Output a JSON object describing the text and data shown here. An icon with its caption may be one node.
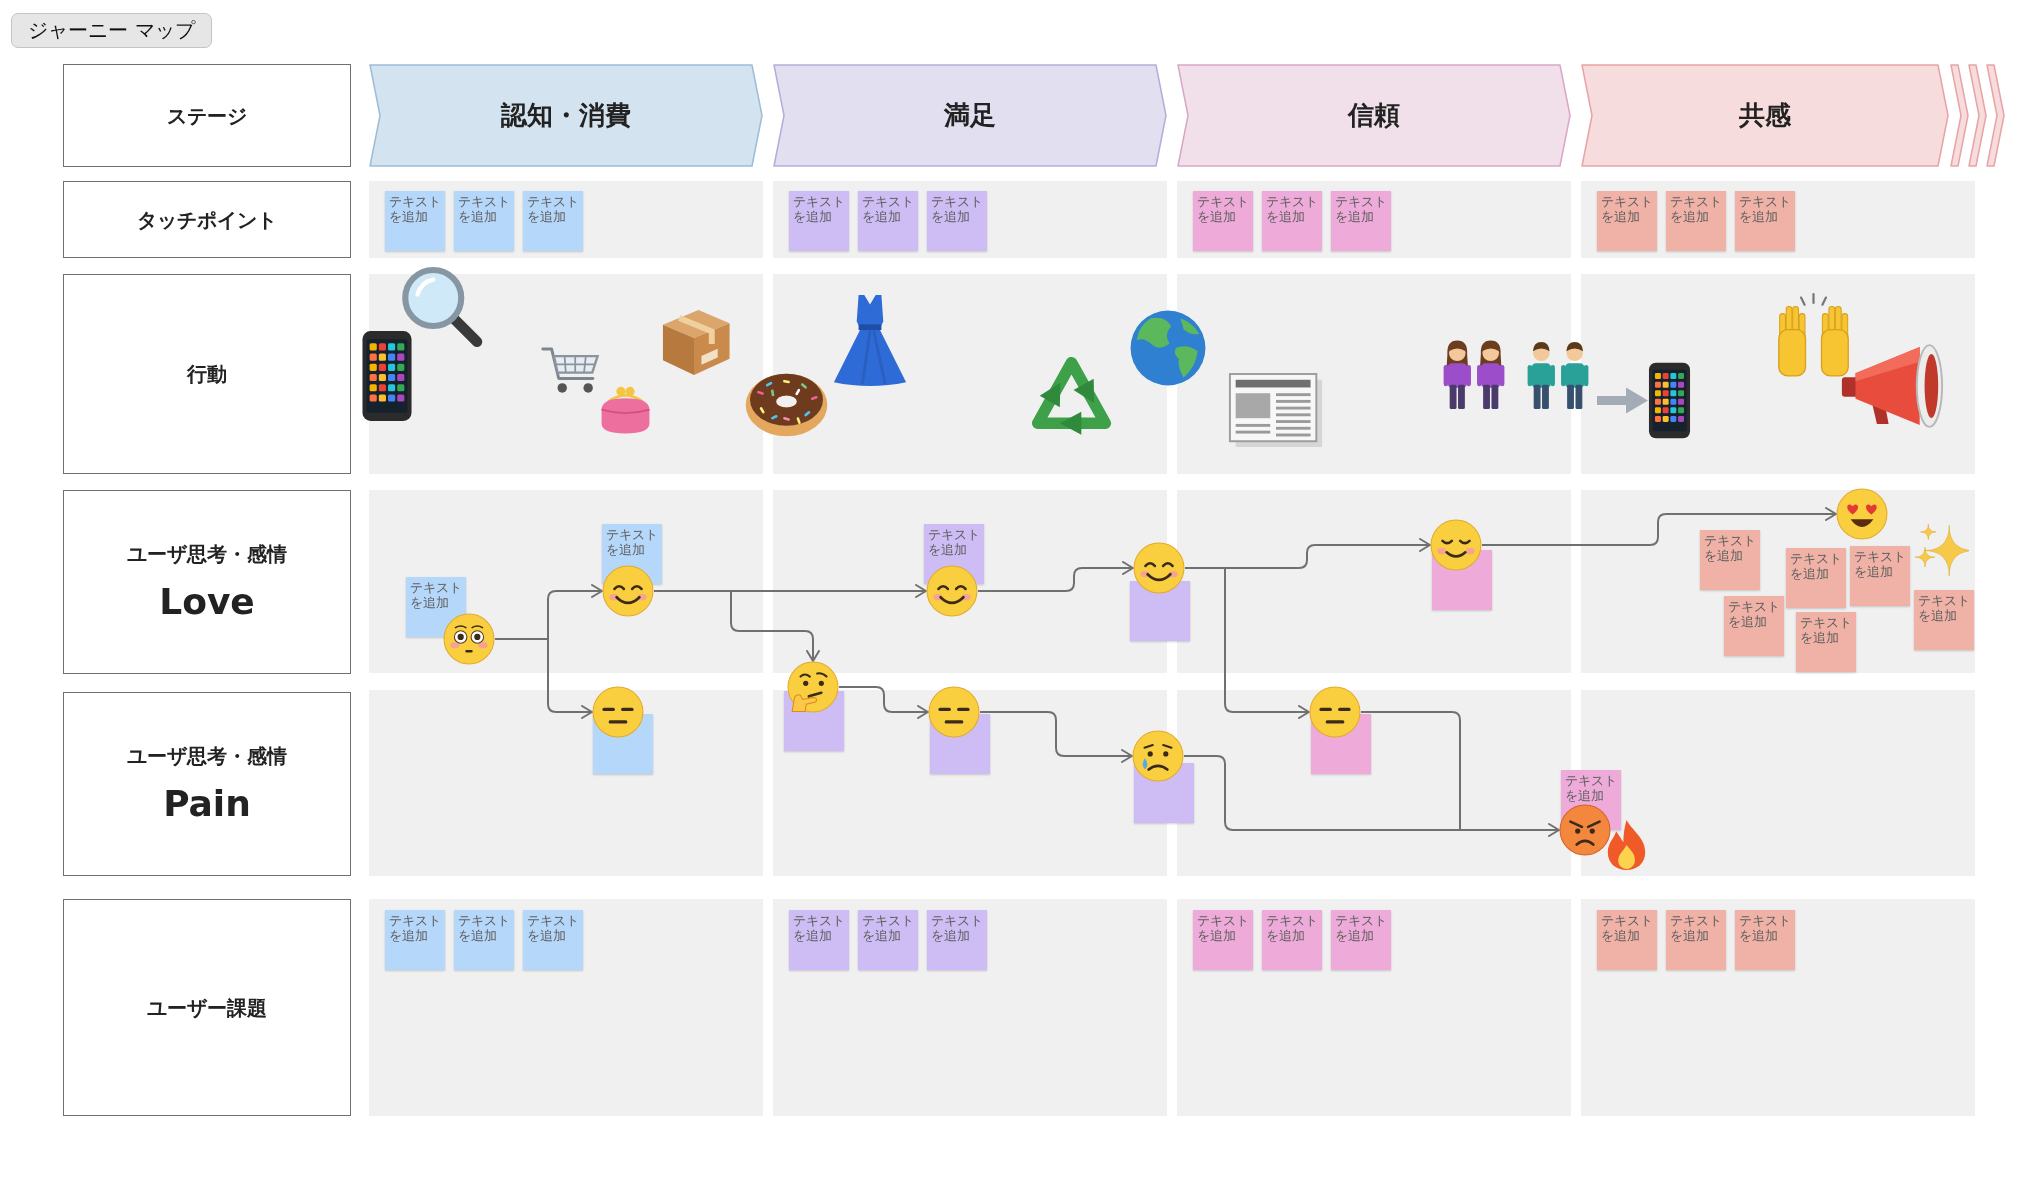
{
  "diagram": {
    "title": "ジャーニー マップ",
    "nodes": [
      {
        "text": [
          "ステージ"
        ]
      },
      {
        "text": [
          "認知・消費"
        ]
      },
      {
        "text": [
          "満足"
        ]
      },
      {
        "text": [
          "信頼"
        ]
      },
      {
        "text": [
          "共感"
        ]
      },
      {
        "text": [
          "タッチポイント"
        ]
      },
      {
        "text": [
          "テキストを追加"
        ]
      },
      {
        "text": [
          "テキストを追加"
        ]
      },
      {
        "text": [
          "テキストを追加"
        ]
      },
      {
        "text": [
          "テキストを追加"
        ]
      },
      {
        "text": [
          "テキストを追加"
        ]
      },
      {
        "text": [
          "テキストを追加"
        ]
      },
      {
        "text": [
          "テキストを追加"
        ]
      },
      {
        "text": [
          "テキストを追加"
        ]
      },
      {
        "text": [
          "テキストを追加"
        ]
      },
      {
        "text": [
          "テキストを追加"
        ]
      },
      {
        "text": [
          "テキストを追加"
        ]
      },
      {
        "text": [
          "テキストを追加"
        ]
      },
      {
        "text": [
          "行動"
        ]
      },
      {
        "text": [],
        "shape": "picture"
      },
      {
        "text": [],
        "shape": "picture"
      },
      {
        "text": [
          "ユーザ思考・感情",
          "Love"
        ]
      },
      {
        "text": [
          "テキストを追加"
        ]
      },
      {
        "text": [],
        "shape": "picture"
      },
      {
        "text": [
          "テキストを追加"
        ]
      },
      {
        "text": [],
        "shape": "picture"
      },
      {
        "text": [
          "テキストを追加"
        ]
      },
      {
        "text": [],
        "shape": "picture"
      },
      {
        "text": [],
        "shape": "box"
      },
      {
        "text": [],
        "shape": "picture"
      },
      {
        "text": [],
        "shape": "box"
      },
      {
        "text": [],
        "shape": "picture"
      },
      {
        "text": [
          "テキストを追加"
        ]
      },
      {
        "text": [
          "テキストを追加"
        ]
      },
      {
        "text": [
          "テキストを追加"
        ]
      },
      {
        "text": [
          "テキストを追加"
        ]
      },
      {
        "text": [
          "テキストを追加"
        ]
      },
      {
        "text": [
          "テキストを追加"
        ]
      },
      {
        "text": [],
        "shape": "picture"
      },
      {
        "text": [
          "ユーザ思考・感情",
          "Pain"
        ]
      },
      {
        "text": [],
        "shape": "box"
      },
      {
        "text": [],
        "shape": "picture"
      },
      {
        "text": [],
        "shape": "box"
      },
      {
        "text": [],
        "shape": "picture"
      },
      {
        "text": [],
        "shape": "box"
      },
      {
        "text": [],
        "shape": "picture"
      },
      {
        "text": [],
        "shape": "box"
      },
      {
        "text": [],
        "shape": "picture"
      },
      {
        "text": [],
        "shape": "box"
      },
      {
        "text": [],
        "shape": "picture"
      },
      {
        "text": [
          "テキストを追加"
        ]
      },
      {
        "text": [],
        "shape": "picture"
      },
      {
        "text": [
          "ユーザー課題"
        ]
      },
      {
        "text": [
          "テキストを追加"
        ]
      },
      {
        "text": [
          "テキストを追加"
        ]
      },
      {
        "text": [
          "テキストを追加"
        ]
      },
      {
        "text": [
          "テキストを追加"
        ]
      },
      {
        "text": [
          "テキストを追加"
        ]
      },
      {
        "text": [
          "テキストを追加"
        ]
      },
      {
        "text": [
          "テキストを追加"
        ]
      },
      {
        "text": [
          "テキストを追加"
        ]
      },
      {
        "text": [
          "テキストを追加"
        ]
      },
      {
        "text": [
          "テキストを追加"
        ]
      },
      {
        "text": [
          "テキストを追加"
        ]
      },
      {
        "text": [
          "テキストを追加"
        ]
      }
    ],
    "edges": [
      {
        "from": 23,
        "to": 25,
        "arrow": "to"
      },
      {
        "from": 23,
        "to": 41,
        "arrow": "to"
      },
      {
        "from": 25,
        "to": 27,
        "arrow": "to"
      },
      {
        "from": 25,
        "to": 43,
        "arrow": "to"
      },
      {
        "from": 43,
        "to": 45,
        "arrow": "to"
      },
      {
        "from": 27,
        "to": 29,
        "arrow": "to"
      },
      {
        "from": 45,
        "to": 47,
        "arrow": "to"
      },
      {
        "from": 29,
        "to": 31,
        "arrow": "to"
      },
      {
        "from": 29,
        "to": 49,
        "arrow": "to"
      },
      {
        "from": 47,
        "to": 51,
        "arrow": "to"
      },
      {
        "from": 49,
        "to": 51,
        "arrow": "to"
      },
      {
        "from": 31,
        "to": 38,
        "arrow": "to"
      },
      {
        "from": 19,
        "to": 20,
        "arrow": "to",
        "style": "thick",
        "color": "#a3acb6"
      }
    ]
  }
}
